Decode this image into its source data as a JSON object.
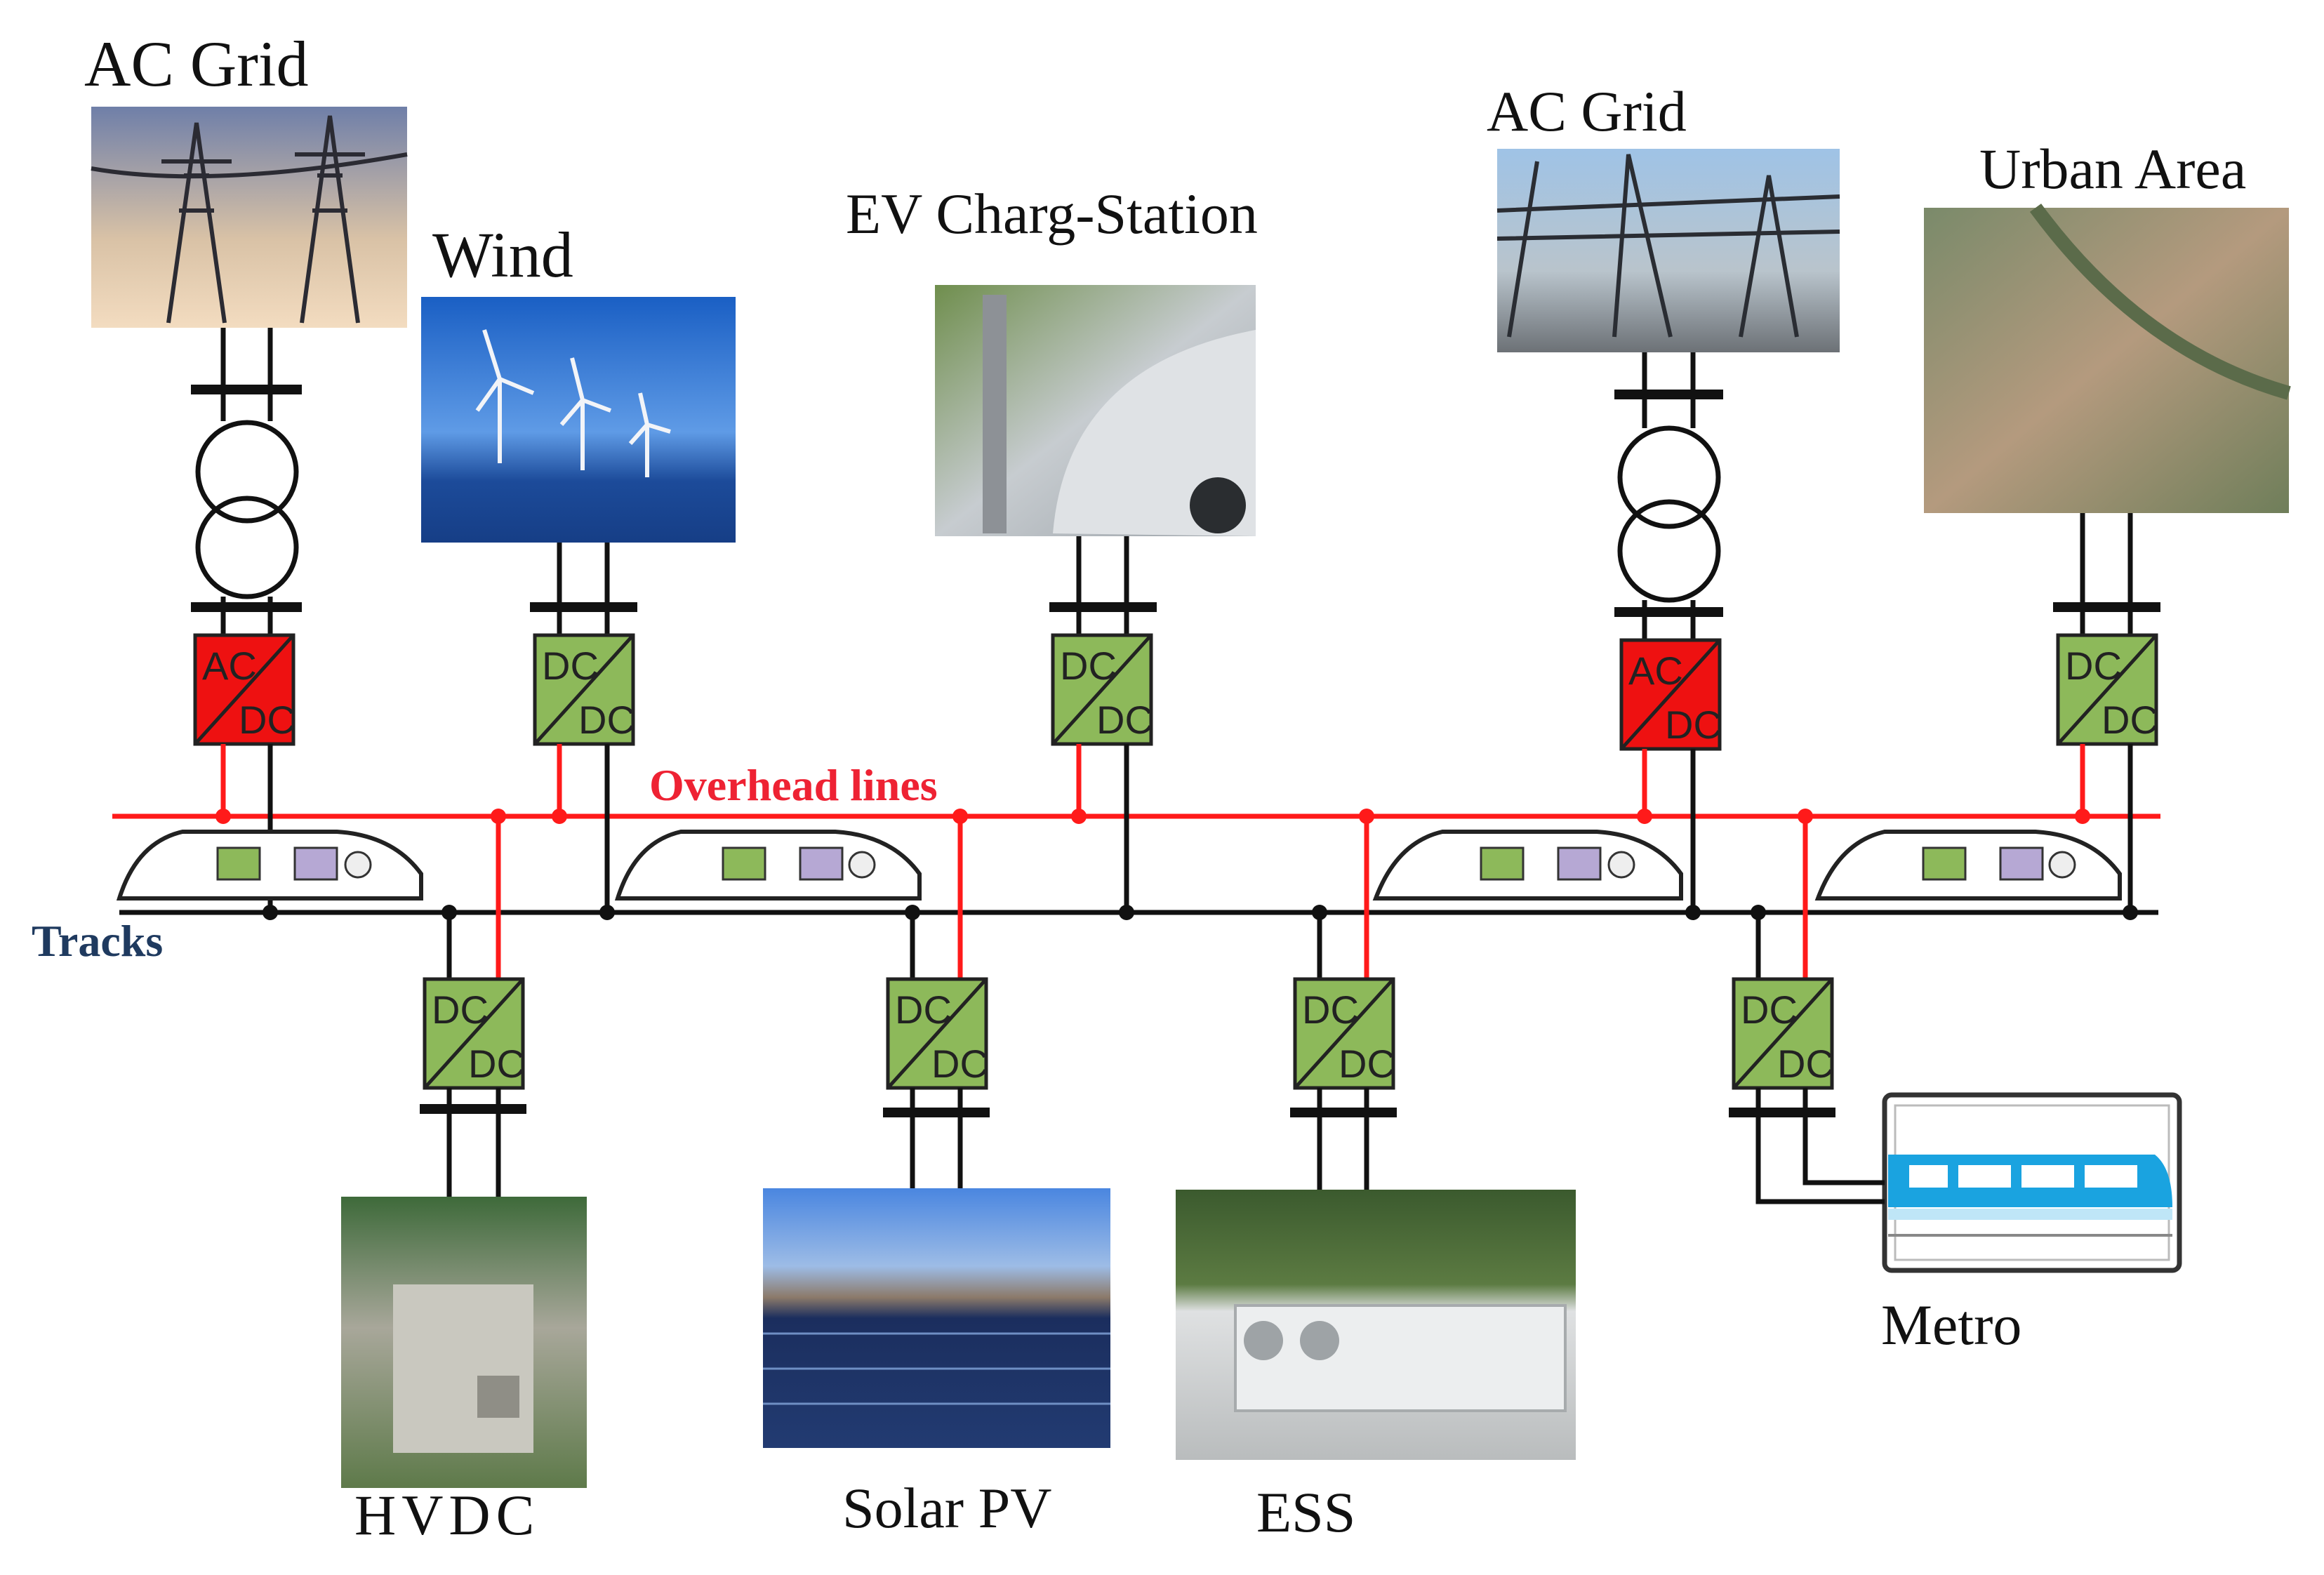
{
  "labels": {
    "ac_grid_left": "AC Grid",
    "wind": "Wind",
    "ev_station": "EV Charg-Station",
    "ac_grid_right": "AC Grid",
    "urban_area": "Urban Area",
    "overhead_lines": "Overhead lines",
    "tracks": "Tracks",
    "hvdc": "HVDC",
    "solar_pv": "Solar PV",
    "ess": "ESS",
    "metro": "Metro"
  },
  "converters": {
    "ac_dc": {
      "top": "AC",
      "bottom": "DC"
    },
    "dc_dc": {
      "top": "DC",
      "bottom": "DC"
    }
  },
  "colors": {
    "ac_dc_fill": "#ee1111",
    "dc_dc_fill": "#8db95a",
    "overhead_line": "#ff1a1a",
    "tracks": "#111111",
    "overhead_label": "#ee2233",
    "tracks_label": "#1f3a5f"
  }
}
